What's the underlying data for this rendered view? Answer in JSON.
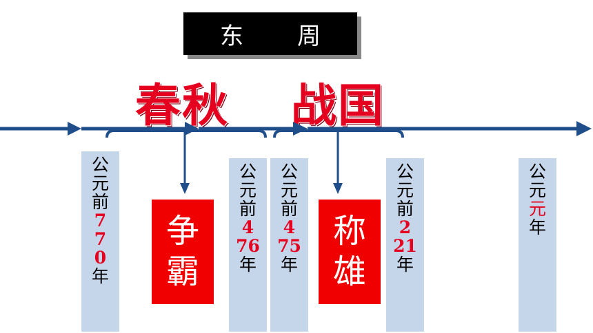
{
  "dynasty": {
    "char1": "东",
    "char2": "周"
  },
  "periods": {
    "spring_autumn": "春秋",
    "warring_states": "战国"
  },
  "events": {
    "hegemony": {
      "line1": "争",
      "line2": "霸"
    },
    "dominance": {
      "line1": "称",
      "line2": "雄"
    }
  },
  "dates": {
    "d770": {
      "prefix": [
        "公",
        "元",
        "前"
      ],
      "digits": [
        "7",
        "7",
        "0"
      ],
      "suffix": "年"
    },
    "d476": {
      "prefix": [
        "公",
        "元",
        "前"
      ],
      "digits": [
        "4",
        "76"
      ],
      "suffix": "年"
    },
    "d475": {
      "prefix": [
        "公",
        "元",
        "前"
      ],
      "digits": [
        "4",
        "75"
      ],
      "suffix": "年"
    },
    "d221": {
      "prefix": [
        "公",
        "元",
        "前"
      ],
      "digits": [
        "2",
        "21"
      ],
      "suffix": "年"
    },
    "d1": {
      "prefix": [
        "公",
        "元"
      ],
      "red": "元",
      "suffix": "年"
    }
  },
  "colors": {
    "axis": "#1f4e8a",
    "date_column": "#c5d5ea",
    "period_text": "#e6001f",
    "event_box": "#f00000",
    "title_box": "#000000"
  }
}
